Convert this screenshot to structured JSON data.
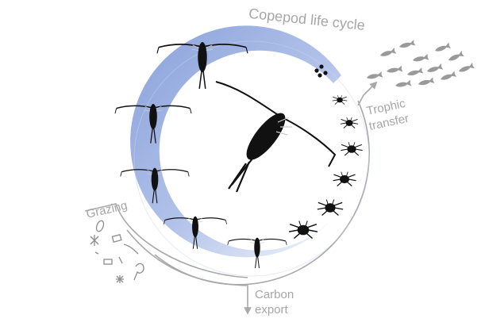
{
  "title": "Copepod life cycle",
  "labels": {
    "trophic_line1": "Trophic",
    "trophic_line2": "transfer",
    "grazing": "Grazing",
    "carbon_line1": "Carbon",
    "carbon_line2": "export"
  },
  "colors": {
    "ring_dark": "#8fa6dc",
    "ring_light": "#e6ecf8",
    "organism": "#111111",
    "label_gray": "#a6a6a6",
    "line_gray": "#a9a9a9",
    "fish": "#9a9a9a",
    "phyto": "#8c8c8c"
  },
  "icons": {
    "center": "adult-copepod-icon",
    "stages": "copepod-stage-icon",
    "eggs": "egg-cluster-icon",
    "fish": "fish-school-icon",
    "phytoplankton": "phytoplankton-icon"
  }
}
